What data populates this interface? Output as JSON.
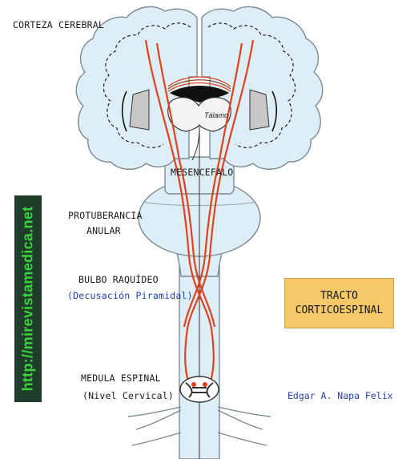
{
  "labels": {
    "cortex": "CORTEZA CEREBRAL",
    "thalamus": "Tálamo",
    "midbrain": "MESENCEFALO",
    "pons_line1": "PROTUBERANCIA",
    "pons_line2": "ANULAR",
    "medulla": "BULBO  RAQUÍDEO",
    "decussation": "(Decusación Piramidal)",
    "spinal_cord": "MEDULA ESPINAL",
    "cervical": "(Nivel Cervical)"
  },
  "title": {
    "line1": "TRACTO",
    "line2": "CORTICOESPINAL"
  },
  "watermark": "http://mirevistamedica.net",
  "author": "Edgar A. Napa Felix",
  "colors": {
    "tract": "#e0421e",
    "tissue": "#ddeef6",
    "outline": "#7d8a92",
    "title_bg": "#f6c86a",
    "watermark_bg": "#1f3d2a",
    "watermark_text": "#39d43a",
    "caption_blue": "#1f3ea8"
  }
}
